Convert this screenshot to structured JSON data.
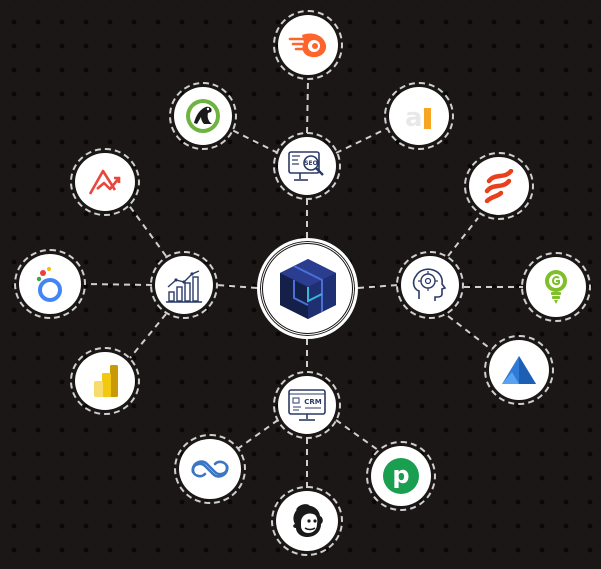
{
  "diagram": {
    "center": {
      "icon": "cube-logo-icon"
    },
    "hubs": [
      {
        "id": "seo",
        "icon": "seo-monitor-icon",
        "text": "SEO"
      },
      {
        "id": "analytics",
        "icon": "analytics-chart-icon"
      },
      {
        "id": "ai",
        "icon": "ai-brain-icon"
      },
      {
        "id": "crm",
        "icon": "crm-monitor-icon",
        "text": "CRM"
      }
    ],
    "leaves": [
      {
        "id": "semrush",
        "hub": "seo",
        "icon": "semrush-icon"
      },
      {
        "id": "screaming-frog",
        "hub": "seo",
        "icon": "screaming-frog-icon"
      },
      {
        "id": "ahrefs",
        "hub": "seo",
        "icon": "ahrefs-icon",
        "text": "a"
      },
      {
        "id": "looker-studio",
        "hub": "analytics",
        "icon": "looker-studio-icon"
      },
      {
        "id": "google-analytics-ads",
        "hub": "analytics",
        "icon": "trend-arrow-icon"
      },
      {
        "id": "power-bi",
        "hub": "analytics",
        "icon": "power-bi-icon"
      },
      {
        "id": "zapier-like",
        "hub": "ai",
        "icon": "stacked-waves-icon"
      },
      {
        "id": "ai-bulb",
        "hub": "ai",
        "icon": "ai-bulb-icon"
      },
      {
        "id": "pyramid",
        "hub": "ai",
        "icon": "pyramid-icon"
      },
      {
        "id": "zoho",
        "hub": "crm",
        "icon": "zoho-crm-icon"
      },
      {
        "id": "mailchimp",
        "hub": "crm",
        "icon": "mailchimp-icon"
      },
      {
        "id": "pipedrive",
        "hub": "crm",
        "icon": "pipedrive-icon",
        "text": "p"
      }
    ],
    "colors": {
      "background": "#1b1716",
      "connector": "#cfcfcf",
      "node_fill": "#ffffff",
      "semrush": "#ff642d",
      "frog": "#6cb33f",
      "ahrefs": "#f6a623",
      "stacked_waves": "#e8401c",
      "ai_bulb": "#7fbf2a",
      "pyramid": "#2f7ad6",
      "zoho": "#3a76c4",
      "pipedrive": "#1a9e4f",
      "power_bi": "#f2c811",
      "looker_blue": "#4285f4",
      "trend_red": "#e8453c",
      "hub_stroke": "#2b3a67",
      "center_dark": "#1d2a5c",
      "center_mid": "#233a8a"
    }
  }
}
